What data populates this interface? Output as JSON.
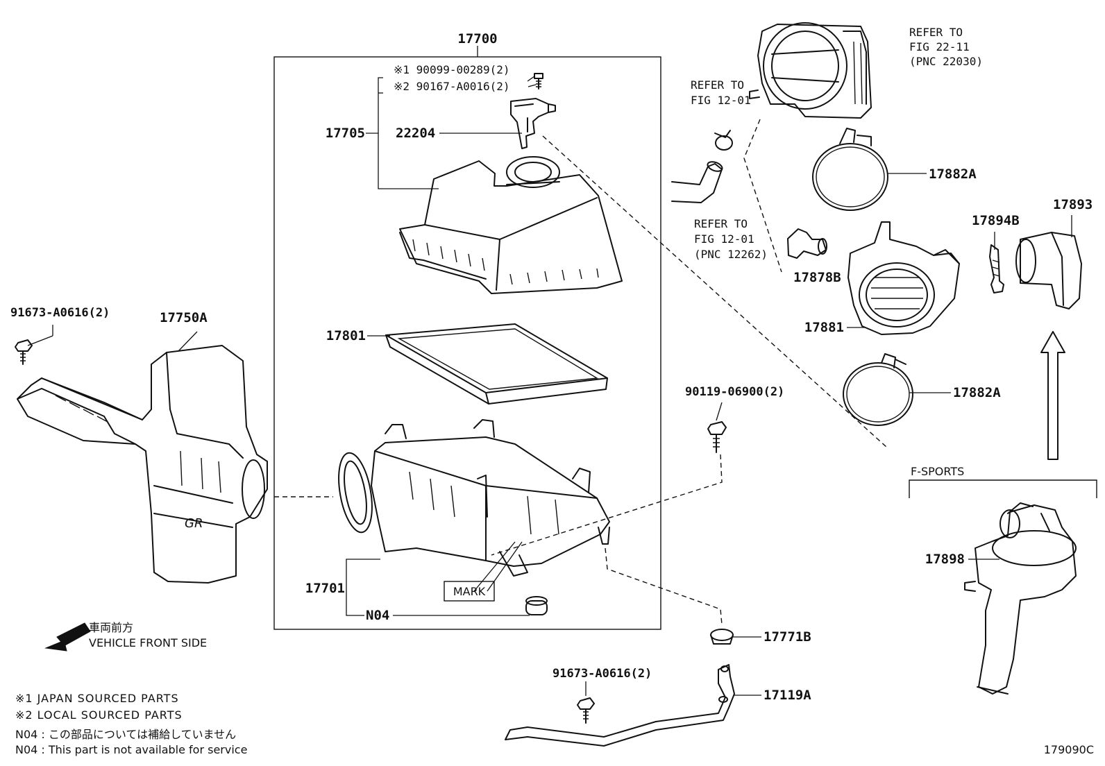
{
  "parts": {
    "air_cleaner_assy": "17700",
    "cap_sub_assy": "17705",
    "mass_air_flow_meter": "22204",
    "filter_element": "17801",
    "case_sub_assy": "17701",
    "no_service_part": "N04",
    "intake_duct": "17750A",
    "hose_clamp_upper": "17882A",
    "hose_clamp_lower": "17882A",
    "inlet_hose": "17881",
    "vent_hose_connector": "17878B",
    "clip": "17894B",
    "inlet_pipe": "17893",
    "f_sports_inlet": "17898",
    "grommet": "17771B",
    "bracket": "17119A"
  },
  "fasteners": {
    "screw_japan": "※1 90099-00289(2)",
    "screw_local": "※2 90167-A0016(2)",
    "bolt_duct": "91673-A0616(2)",
    "bolt_case": "90119-06900(2)",
    "bolt_bracket": "91673-A0616(2)"
  },
  "refs": {
    "throttle_l1": "REFER TO",
    "throttle_l2": "FIG 22-11",
    "throttle_l3": "(PNC 22030)",
    "clip_l1": "REFER TO",
    "clip_l2": "FIG 12-01",
    "hose_l1": "REFER TO",
    "hose_l2": "FIG 12-01",
    "hose_l3": "(PNC 12262)"
  },
  "labels": {
    "mark": "MARK",
    "f_sports": "F-SPORTS",
    "duct_emboss": "GR",
    "vehicle_front_jp": "車両前方",
    "vehicle_front_en": "VEHICLE FRONT SIDE"
  },
  "legend": {
    "japan": "※1  JAPAN SOURCED PARTS",
    "local": "※2  LOCAL SOURCED PARTS",
    "n04_jp": "N04 : この部品については補給していません",
    "n04_en": "N04 : This part is not available for service"
  },
  "figure_id": "179090C"
}
